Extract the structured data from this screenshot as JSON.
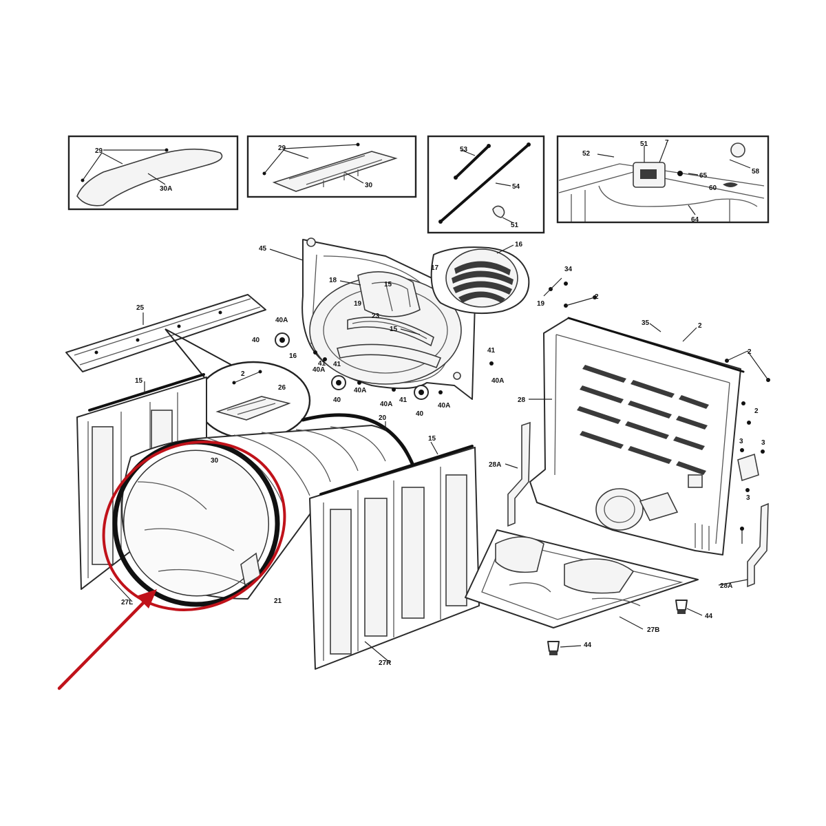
{
  "labels": [
    {
      "id": "inset1-29",
      "text": "29"
    },
    {
      "id": "inset1-30a",
      "text": "30A"
    },
    {
      "id": "inset2-29",
      "text": "29"
    },
    {
      "id": "inset2-30",
      "text": "30"
    },
    {
      "id": "inset3-53",
      "text": "53"
    },
    {
      "id": "inset3-54",
      "text": "54"
    },
    {
      "id": "inset3-51",
      "text": "51"
    },
    {
      "id": "inset4-52",
      "text": "52"
    },
    {
      "id": "inset4-51",
      "text": "51"
    },
    {
      "id": "inset4-7",
      "text": "7"
    },
    {
      "id": "inset4-58",
      "text": "58"
    },
    {
      "id": "inset4-65",
      "text": "65"
    },
    {
      "id": "inset4-60",
      "text": "60"
    },
    {
      "id": "inset4-64",
      "text": "64"
    },
    {
      "id": "p45",
      "text": "45"
    },
    {
      "id": "p16",
      "text": "16"
    },
    {
      "id": "p34",
      "text": "34"
    },
    {
      "id": "p19",
      "text": "19"
    },
    {
      "id": "p18",
      "text": "18"
    },
    {
      "id": "p15a",
      "text": "15"
    },
    {
      "id": "p17",
      "text": "17"
    },
    {
      "id": "p19b",
      "text": "19"
    },
    {
      "id": "p23",
      "text": "23"
    },
    {
      "id": "p15b",
      "text": "15"
    },
    {
      "id": "p25",
      "text": "25"
    },
    {
      "id": "p40a1",
      "text": "40A"
    },
    {
      "id": "p40-1",
      "text": "40"
    },
    {
      "id": "p16b",
      "text": "16"
    },
    {
      "id": "p41a",
      "text": "41"
    },
    {
      "id": "p41b",
      "text": "41"
    },
    {
      "id": "p40a2",
      "text": "40A"
    },
    {
      "id": "p40a3",
      "text": "40A"
    },
    {
      "id": "p40-2",
      "text": "40"
    },
    {
      "id": "p40a4",
      "text": "40A"
    },
    {
      "id": "p41c",
      "text": "41"
    },
    {
      "id": "p40-3",
      "text": "40"
    },
    {
      "id": "p40a5",
      "text": "40A"
    },
    {
      "id": "p41d",
      "text": "41"
    },
    {
      "id": "p40a6",
      "text": "40A"
    },
    {
      "id": "p2a",
      "text": "2"
    },
    {
      "id": "p35",
      "text": "35"
    },
    {
      "id": "p2b",
      "text": "2"
    },
    {
      "id": "p2c",
      "text": "2"
    },
    {
      "id": "p15c",
      "text": "15"
    },
    {
      "id": "p2d",
      "text": "2"
    },
    {
      "id": "p26",
      "text": "26"
    },
    {
      "id": "p20",
      "text": "20"
    },
    {
      "id": "p15d",
      "text": "15"
    },
    {
      "id": "p28",
      "text": "28"
    },
    {
      "id": "p2e",
      "text": "2"
    },
    {
      "id": "p28a1",
      "text": "28A"
    },
    {
      "id": "p3a",
      "text": "3"
    },
    {
      "id": "p3b",
      "text": "3"
    },
    {
      "id": "p3c",
      "text": "3"
    },
    {
      "id": "p30",
      "text": "30"
    },
    {
      "id": "p27l",
      "text": "27L"
    },
    {
      "id": "p21",
      "text": "21"
    },
    {
      "id": "p27r",
      "text": "27R"
    },
    {
      "id": "p28a2",
      "text": "28A"
    },
    {
      "id": "p44a",
      "text": "44"
    },
    {
      "id": "p27b",
      "text": "27B"
    },
    {
      "id": "p44b",
      "text": "44"
    }
  ],
  "colors": {
    "highlight": "#c0121a",
    "line": "#2a2a2a",
    "background": "#ffffff"
  }
}
